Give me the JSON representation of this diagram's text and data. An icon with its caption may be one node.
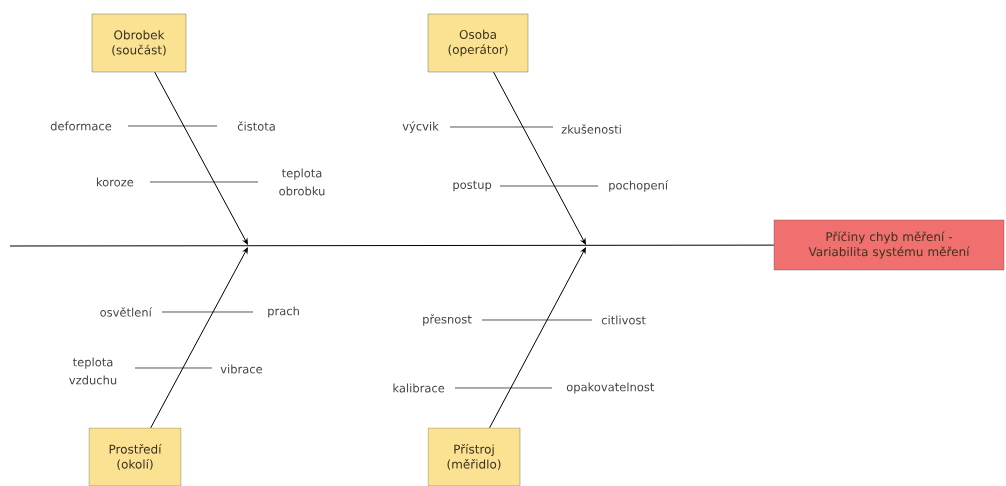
{
  "diagram": {
    "nodes": [
      {
        "text": [
          "Obrobek (součást)"
        ]
      },
      {
        "text": [
          "Osoba (operátor)"
        ]
      },
      {
        "text": [
          "Prostředí (okolí)"
        ]
      },
      {
        "text": [
          "Přístroj (měřidlo)"
        ]
      },
      {
        "text": [
          "Příčiny chyb měření - Variabilita systému měření"
        ]
      }
    ],
    "edges": [
      {
        "from": 0,
        "to": null,
        "arrow": "to"
      },
      {
        "from": 1,
        "to": null,
        "arrow": "to"
      },
      {
        "from": 2,
        "to": null,
        "arrow": "to"
      },
      {
        "from": 3,
        "to": null,
        "arrow": "to"
      },
      {
        "from": null,
        "to": 4,
        "arrow": "none"
      }
    ],
    "labels": [
      "deformace",
      "čistota",
      "výcvik",
      "zkušenosti",
      "koroze",
      "teplota obrobku",
      "postup",
      "pochopení",
      "osvětlení",
      "prach",
      "přesnost",
      "citlivost",
      "teplota vzduchu",
      "vibrace",
      "kalibrace",
      "opakovatelnost"
    ]
  }
}
